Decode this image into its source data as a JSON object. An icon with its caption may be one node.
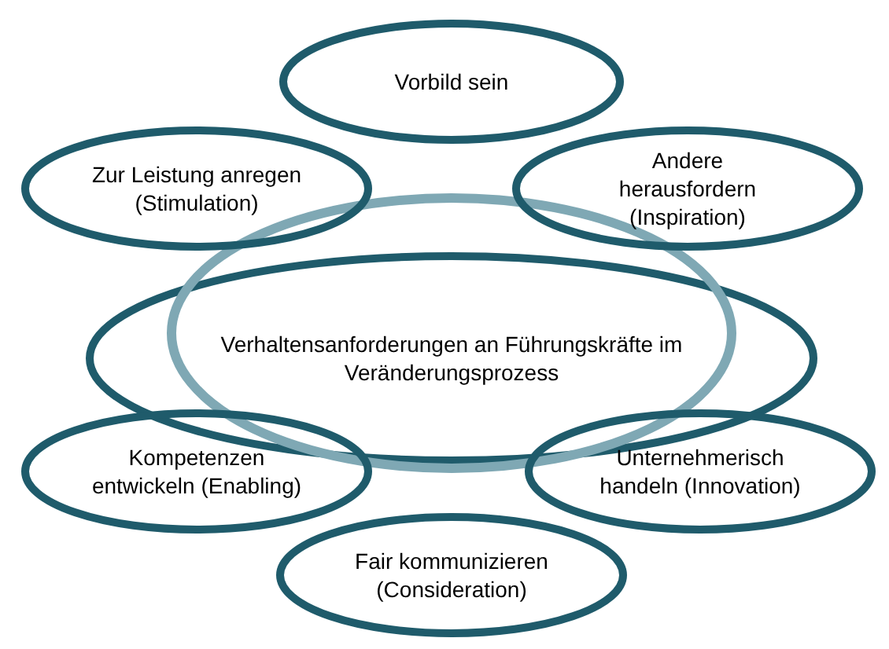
{
  "diagram": {
    "nodes": [
      {
        "text": [
          "Vorbild sein"
        ]
      },
      {
        "text": [
          "Zur Leistung anregen (Stimulation)"
        ]
      },
      {
        "text": [
          "Andere herausfordern (Inspiration)"
        ]
      },
      {
        "text": [
          "Verhaltensanforderungen an Führungskräfte im Veränderungsprozess"
        ]
      },
      {
        "text": [
          "Kompetenzen entwickeln (Enabling)"
        ]
      },
      {
        "text": [
          "Unternehmerisch handeln (Innovation)"
        ]
      },
      {
        "text": [
          "Fair kommunizieren (Consideration)"
        ]
      }
    ]
  }
}
